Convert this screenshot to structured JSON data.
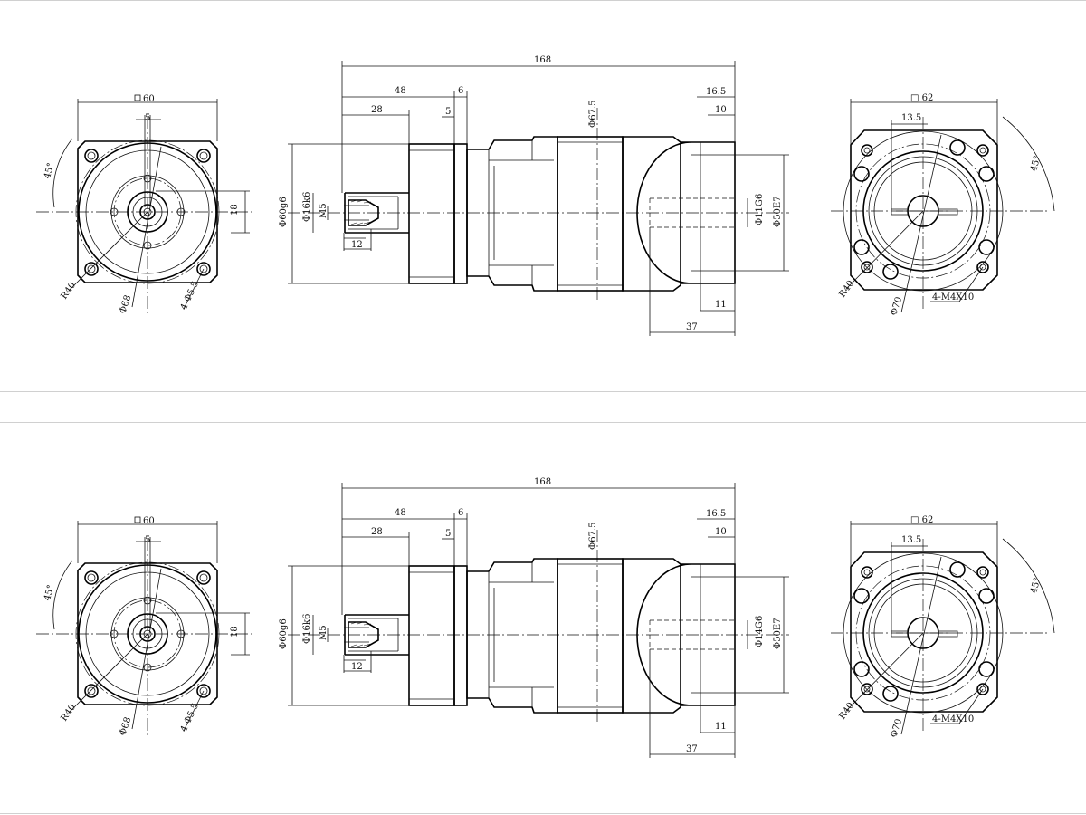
{
  "drawings": [
    {
      "front": {
        "square": "60",
        "angle": "45°",
        "offset": "5",
        "height": "18",
        "radius": "R40",
        "circle": "Φ68",
        "holes": "4-Φ5.5"
      },
      "side": {
        "overall": "168",
        "shaft_length": "48",
        "shoulder": "6",
        "key_length": "28",
        "key_offset": "5",
        "body_dia": "Φ67.5",
        "flange_len": "16.5",
        "flange_in": "10",
        "pilot": "Φ60g6",
        "shaft_dia": "Φ16k6",
        "thread": "M5",
        "key_depth": "12",
        "bore": "Φ11G6",
        "spigot": "Φ50E7",
        "bore_depth": "11",
        "input_len": "37"
      },
      "back": {
        "square": "□ 62",
        "offset": "13.5",
        "angle": "45°",
        "radius": "R40",
        "circle": "Φ70",
        "taps": "4-M4X10"
      }
    },
    {
      "front": {
        "square": "60",
        "angle": "45°",
        "offset": "5",
        "height": "18",
        "radius": "R40",
        "circle": "Φ68",
        "holes": "4-Φ5.5"
      },
      "side": {
        "overall": "168",
        "shaft_length": "48",
        "shoulder": "6",
        "key_length": "28",
        "key_offset": "5",
        "body_dia": "Φ67.5",
        "flange_len": "16.5",
        "flange_in": "10",
        "pilot": "Φ60g6",
        "shaft_dia": "Φ16k6",
        "thread": "M5",
        "key_depth": "12",
        "bore": "Φ14G6",
        "spigot": "Φ50E7",
        "bore_depth": "11",
        "input_len": "37"
      },
      "back": {
        "square": "□ 62",
        "offset": "13.5",
        "angle": "45°",
        "radius": "R40",
        "circle": "Φ70",
        "taps": "4-M4X10"
      }
    }
  ]
}
